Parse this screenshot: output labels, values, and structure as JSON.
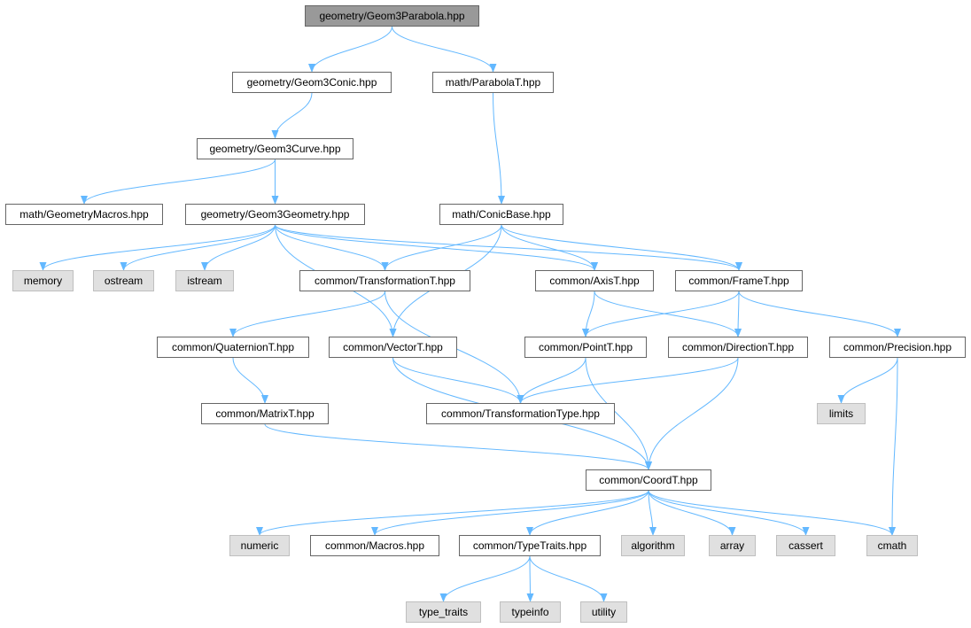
{
  "colors": {
    "edge": "#63b8ff",
    "node_border": "#666666",
    "root_fill": "#999999",
    "system_fill": "#e0e0e0",
    "system_border": "#bfbfbf"
  },
  "nodes": [
    {
      "id": "root",
      "label": "geometry/Geom3Parabola.hpp",
      "kind": "root"
    },
    {
      "id": "geom3conic",
      "label": "geometry/Geom3Conic.hpp",
      "kind": "local"
    },
    {
      "id": "parabolat",
      "label": "math/ParabolaT.hpp",
      "kind": "local"
    },
    {
      "id": "geom3curve",
      "label": "geometry/Geom3Curve.hpp",
      "kind": "local"
    },
    {
      "id": "geometrymacros",
      "label": "math/GeometryMacros.hpp",
      "kind": "local"
    },
    {
      "id": "geom3geometry",
      "label": "geometry/Geom3Geometry.hpp",
      "kind": "local"
    },
    {
      "id": "conicbase",
      "label": "math/ConicBase.hpp",
      "kind": "local"
    },
    {
      "id": "memory",
      "label": "memory",
      "kind": "system"
    },
    {
      "id": "ostream",
      "label": "ostream",
      "kind": "system"
    },
    {
      "id": "istream",
      "label": "istream",
      "kind": "system"
    },
    {
      "id": "transformationt",
      "label": "common/TransformationT.hpp",
      "kind": "local"
    },
    {
      "id": "axist",
      "label": "common/AxisT.hpp",
      "kind": "local"
    },
    {
      "id": "framet",
      "label": "common/FrameT.hpp",
      "kind": "local"
    },
    {
      "id": "quaterniont",
      "label": "common/QuaternionT.hpp",
      "kind": "local"
    },
    {
      "id": "vectort",
      "label": "common/VectorT.hpp",
      "kind": "local"
    },
    {
      "id": "pointt",
      "label": "common/PointT.hpp",
      "kind": "local"
    },
    {
      "id": "directiont",
      "label": "common/DirectionT.hpp",
      "kind": "local"
    },
    {
      "id": "precision",
      "label": "common/Precision.hpp",
      "kind": "local"
    },
    {
      "id": "matrixt",
      "label": "common/MatrixT.hpp",
      "kind": "local"
    },
    {
      "id": "transformationtype",
      "label": "common/TransformationType.hpp",
      "kind": "local"
    },
    {
      "id": "limits",
      "label": "limits",
      "kind": "system"
    },
    {
      "id": "coordt",
      "label": "common/CoordT.hpp",
      "kind": "local"
    },
    {
      "id": "numeric",
      "label": "numeric",
      "kind": "system"
    },
    {
      "id": "macros",
      "label": "common/Macros.hpp",
      "kind": "local"
    },
    {
      "id": "typetraits",
      "label": "common/TypeTraits.hpp",
      "kind": "local"
    },
    {
      "id": "algorithm",
      "label": "algorithm",
      "kind": "system"
    },
    {
      "id": "array",
      "label": "array",
      "kind": "system"
    },
    {
      "id": "cassert",
      "label": "cassert",
      "kind": "system"
    },
    {
      "id": "cmath",
      "label": "cmath",
      "kind": "system"
    },
    {
      "id": "type_traits",
      "label": "type_traits",
      "kind": "system"
    },
    {
      "id": "typeinfo",
      "label": "typeinfo",
      "kind": "system"
    },
    {
      "id": "utility",
      "label": "utility",
      "kind": "system"
    }
  ],
  "edges": [
    [
      "root",
      "geom3conic"
    ],
    [
      "root",
      "parabolat"
    ],
    [
      "geom3conic",
      "geom3curve"
    ],
    [
      "parabolat",
      "conicbase"
    ],
    [
      "geom3curve",
      "geometrymacros"
    ],
    [
      "geom3curve",
      "geom3geometry"
    ],
    [
      "geom3geometry",
      "memory"
    ],
    [
      "geom3geometry",
      "ostream"
    ],
    [
      "geom3geometry",
      "istream"
    ],
    [
      "geom3geometry",
      "transformationt"
    ],
    [
      "geom3geometry",
      "axist"
    ],
    [
      "geom3geometry",
      "framet"
    ],
    [
      "geom3geometry",
      "vectort"
    ],
    [
      "conicbase",
      "transformationt"
    ],
    [
      "conicbase",
      "axist"
    ],
    [
      "conicbase",
      "framet"
    ],
    [
      "conicbase",
      "vectort"
    ],
    [
      "transformationt",
      "quaterniont"
    ],
    [
      "transformationt",
      "transformationtype"
    ],
    [
      "axist",
      "pointt"
    ],
    [
      "axist",
      "directiont"
    ],
    [
      "framet",
      "pointt"
    ],
    [
      "framet",
      "directiont"
    ],
    [
      "framet",
      "precision"
    ],
    [
      "quaterniont",
      "matrixt"
    ],
    [
      "vectort",
      "transformationtype"
    ],
    [
      "vectort",
      "coordt"
    ],
    [
      "pointt",
      "transformationtype"
    ],
    [
      "pointt",
      "coordt"
    ],
    [
      "directiont",
      "transformationtype"
    ],
    [
      "directiont",
      "coordt"
    ],
    [
      "precision",
      "limits"
    ],
    [
      "precision",
      "cmath"
    ],
    [
      "matrixt",
      "coordt"
    ],
    [
      "coordt",
      "numeric"
    ],
    [
      "coordt",
      "macros"
    ],
    [
      "coordt",
      "typetraits"
    ],
    [
      "coordt",
      "algorithm"
    ],
    [
      "coordt",
      "array"
    ],
    [
      "coordt",
      "cassert"
    ],
    [
      "coordt",
      "cmath"
    ],
    [
      "typetraits",
      "type_traits"
    ],
    [
      "typetraits",
      "typeinfo"
    ],
    [
      "typetraits",
      "utility"
    ]
  ]
}
